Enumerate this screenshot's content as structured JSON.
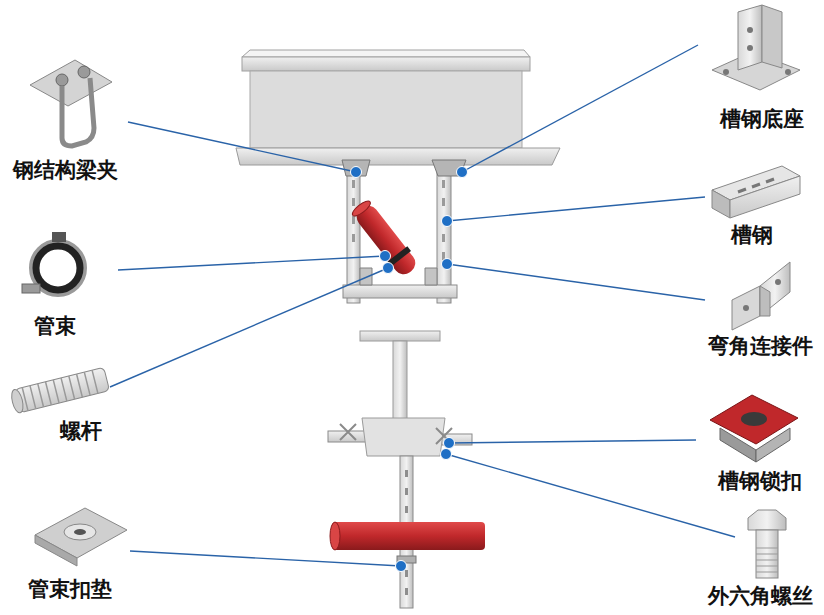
{
  "diagram": {
    "labels": [
      "钢结构梁夹",
      "管束",
      "螺杆",
      "管束扣垫",
      "槽钢底座",
      "槽钢",
      "弯角连接件",
      "槽钢锁扣",
      "外六角螺丝"
    ]
  }
}
